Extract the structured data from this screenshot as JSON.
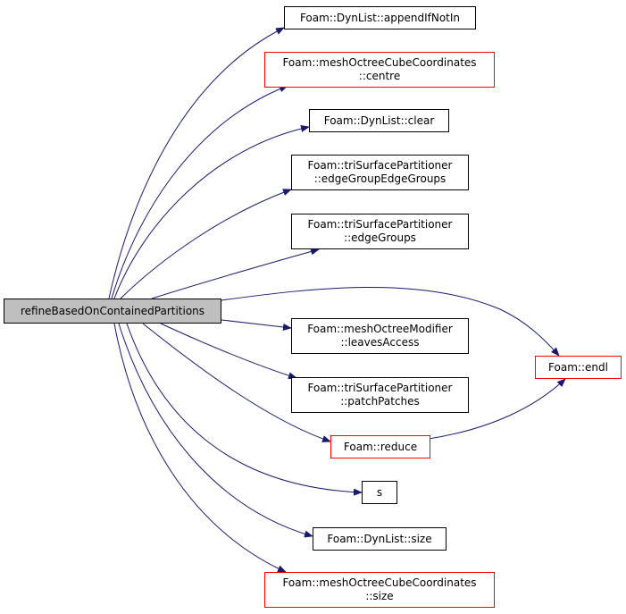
{
  "colors": {
    "edge": "#191970",
    "red_border": "#ff0000",
    "black_border": "#000000",
    "root_fill": "#bfbfbf"
  },
  "nodes": {
    "root": {
      "lines": [
        "refineBasedOnContainedPartitions"
      ]
    },
    "appendIfNotIn": {
      "lines": [
        "Foam::DynList::appendIfNotIn"
      ]
    },
    "centre": {
      "lines": [
        "Foam::meshOctreeCubeCoordinates",
        "::centre"
      ]
    },
    "clear": {
      "lines": [
        "Foam::DynList::clear"
      ]
    },
    "edgeGroupEdgeGroups": {
      "lines": [
        "Foam::triSurfacePartitioner",
        "::edgeGroupEdgeGroups"
      ]
    },
    "edgeGroups": {
      "lines": [
        "Foam::triSurfacePartitioner",
        "::edgeGroups"
      ]
    },
    "endl": {
      "lines": [
        "Foam::endl"
      ]
    },
    "leavesAccess": {
      "lines": [
        "Foam::meshOctreeModifier",
        "::leavesAccess"
      ]
    },
    "patchPatches": {
      "lines": [
        "Foam::triSurfacePartitioner",
        "::patchPatches"
      ]
    },
    "reduce": {
      "lines": [
        "Foam::reduce"
      ]
    },
    "s": {
      "lines": [
        "s"
      ]
    },
    "dynListSize": {
      "lines": [
        "Foam::DynList::size"
      ]
    },
    "coordSize": {
      "lines": [
        "Foam::meshOctreeCubeCoordinates",
        "::size"
      ]
    }
  }
}
